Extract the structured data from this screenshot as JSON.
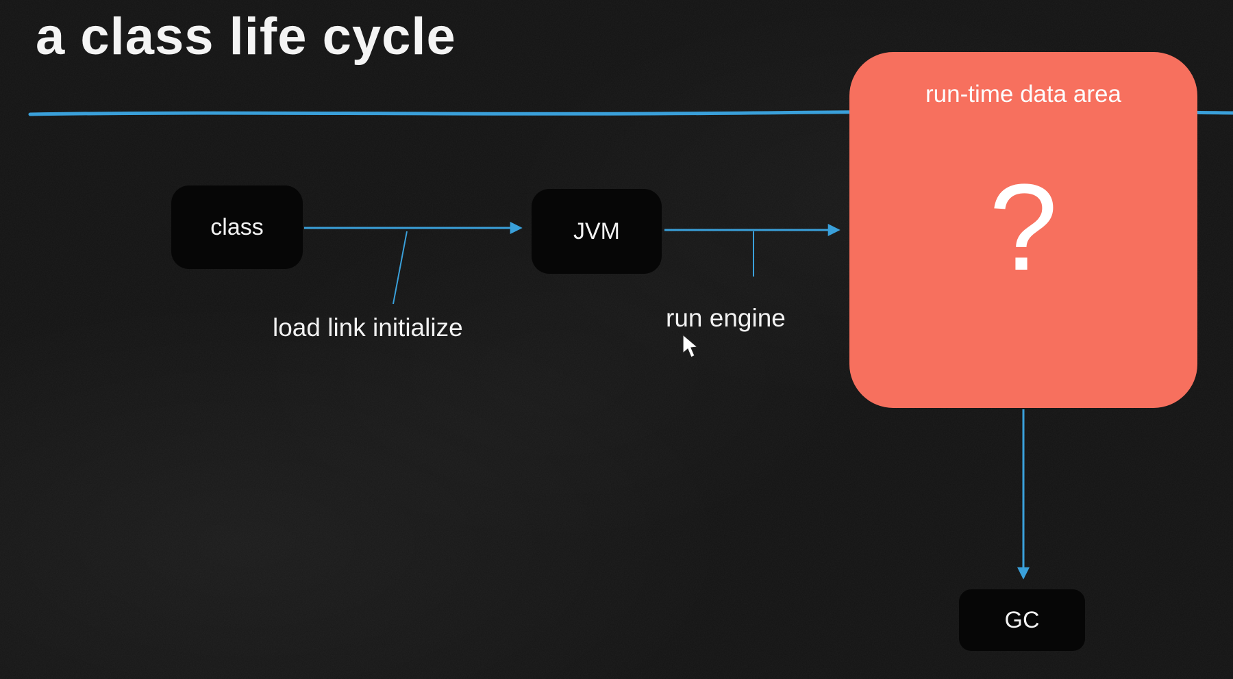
{
  "slide": {
    "title": "a class life cycle"
  },
  "diagram": {
    "nodes": [
      {
        "id": "class",
        "label": "class"
      },
      {
        "id": "jvm",
        "label": "JVM"
      },
      {
        "id": "runtime-data-area",
        "label": "run-time data area",
        "symbol": "?"
      },
      {
        "id": "gc",
        "label": "GC"
      }
    ],
    "annotations": [
      {
        "id": "load-link-initialize",
        "text": "load link initialize"
      },
      {
        "id": "run-engine",
        "text": "run engine"
      }
    ],
    "edges": [
      {
        "from": "class",
        "to": "jvm"
      },
      {
        "from": "jvm",
        "to": "runtime-data-area"
      },
      {
        "from": "runtime-data-area",
        "to": "gc"
      }
    ],
    "colors": {
      "background": "#131313",
      "accent_blue": "#3aa0da",
      "node_black": "#060606",
      "runtime_coral": "#f7705e",
      "text": "#f2f2f2"
    }
  }
}
